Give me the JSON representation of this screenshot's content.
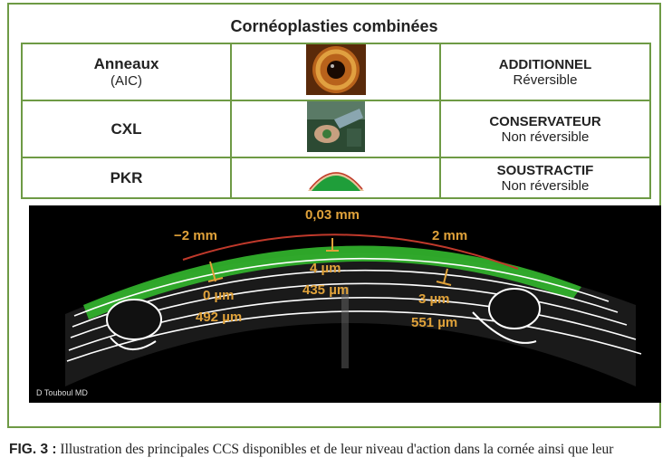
{
  "box": {
    "title": "Cornéoplasties combinées",
    "rows": [
      {
        "name": "Anneaux",
        "sub": "(AIC)",
        "level": "ADDITIONNEL",
        "reversibility": "Réversible",
        "image_icon": "iris-ring-photo"
      },
      {
        "name": "CXL",
        "sub": "",
        "level": "CONSERVATEUR",
        "reversibility": "Non réversible",
        "image_icon": "crosslinking-procedure-photo"
      },
      {
        "name": "PKR",
        "sub": "",
        "level": "SOUSTRACTIF",
        "reversibility": "Non réversible",
        "image_icon": "cornea-ablation-diagram"
      }
    ]
  },
  "oct": {
    "labels": {
      "top_mm": "0,03 mm",
      "left_mm": "−2 mm",
      "right_mm": "2 mm",
      "left_um": "0 µm",
      "left_thick": "492 µm",
      "center_um": "4 µm",
      "center_thick": "435 µm",
      "right_um": "3 µm",
      "right_thick": "551 µm"
    },
    "credit": "D Touboul MD"
  },
  "caption": {
    "label": "FIG. 3 :",
    "text": " Illustration des principales CCS disponibles et de leur niveau d'action dans la cornée ainsi que leur"
  },
  "colors": {
    "frame_green": "#6e9a45",
    "label_orange": "#e0a23a",
    "oct_green": "#33b82e"
  }
}
